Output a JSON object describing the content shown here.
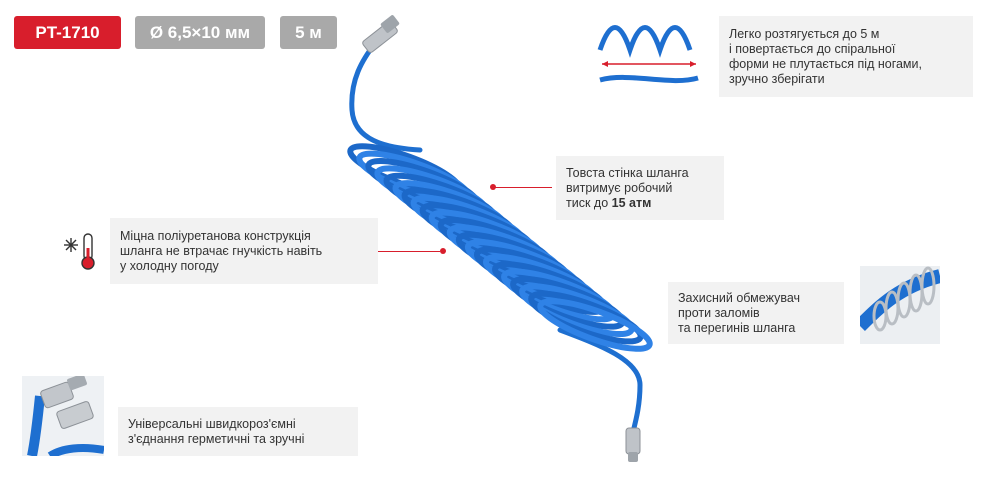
{
  "badges": {
    "model": "PT-1710",
    "diameter": "Ø 6,5×10 мм",
    "length": "5 м"
  },
  "notes": {
    "stretch": [
      "Легко розтягується до 5 м",
      "і повертається до спіральної",
      "форми не плутається під ногами,",
      "зручно зберігати"
    ],
    "wall_pre": [
      "Товста стінка шланга",
      "витримує робочий",
      "тиск до "
    ],
    "wall_bold": "15 атм",
    "cold": [
      "Міцна поліуретанова конструкція",
      "шланга не втрачає гнучкість навіть",
      "у холодну погоду"
    ],
    "protect": [
      "Захисний обмежувач",
      "проти заломів",
      "та перегинів шланга"
    ],
    "couplings": [
      "Універсальні швидкороз'ємні",
      "з'єднання герметичні та зручні"
    ]
  },
  "icons": [
    "wave-spring-icon",
    "snow-thermometer-icon"
  ],
  "colors": {
    "accent": "#d81e2c",
    "badge_gray": "#a9a9a9",
    "hose_blue": "#1e6fd0",
    "note_bg": "#f2f2f2"
  }
}
